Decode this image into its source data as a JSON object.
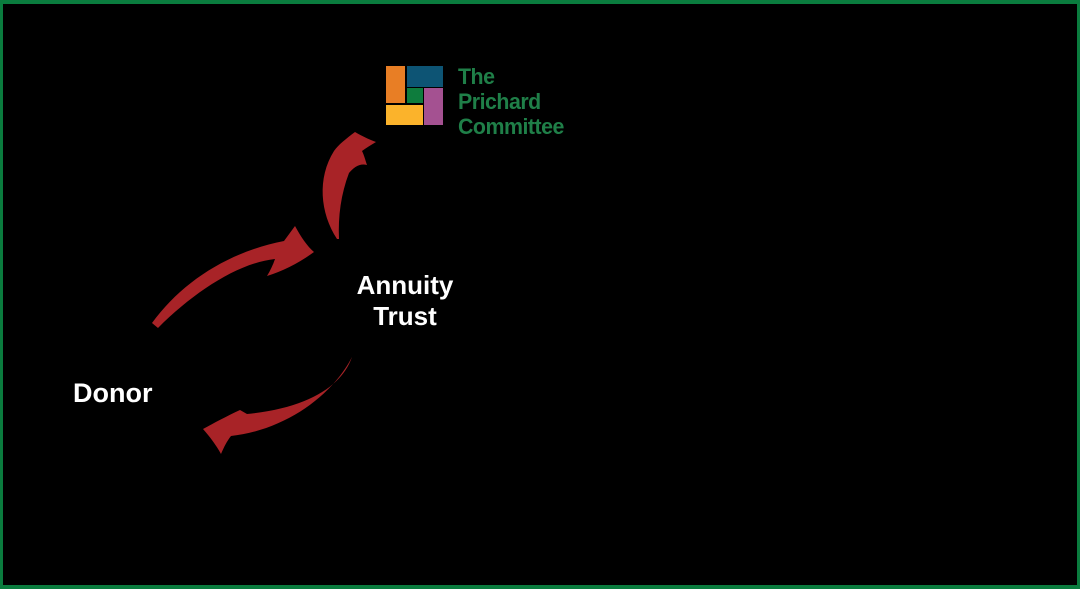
{
  "meta": {
    "description": "Planned-giving flow diagram slide on black background with green frame",
    "organization": "The Prichard Committee"
  },
  "colors": {
    "background": "#000000",
    "border-green": "#0A7C3E",
    "logo-green": "#1F7F48",
    "arrow-red": "#A82327",
    "label-white": "#FFFFFF",
    "logo-orange": "#E87E25",
    "logo-blue": "#0D5474",
    "logo-block-green": "#0E7C3D",
    "logo-purple": "#A45191",
    "logo-yellow": "#FBB32B"
  },
  "logo": {
    "name": "The Prichard Committee",
    "lines": [
      "The",
      "Prichard",
      "Committee"
    ]
  },
  "labels": {
    "donor": "Donor",
    "annuity_trust": "Annuity\nTrust"
  },
  "diagram": {
    "nodes": [
      {
        "id": "donor",
        "label": "Donor"
      },
      {
        "id": "annuity-trust",
        "label": "Annuity Trust"
      },
      {
        "id": "prichard-committee",
        "label": "The Prichard Committee (logo)"
      }
    ],
    "edges": [
      {
        "from": "donor",
        "to": "annuity-trust",
        "style": "curved-red-arrow"
      },
      {
        "from": "annuity-trust",
        "to": "donor",
        "style": "curved-red-arrow"
      },
      {
        "from": "annuity-trust",
        "to": "prichard-committee",
        "style": "curved-red-arrow"
      }
    ]
  }
}
